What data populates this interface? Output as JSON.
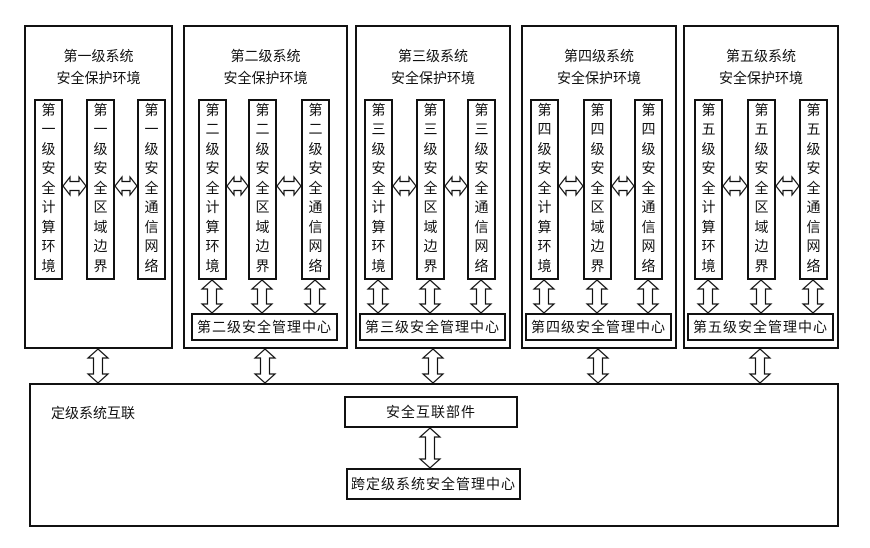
{
  "diagram": {
    "levels": [
      {
        "title_line1": "第一级系统",
        "title_line2": "安全保护环境",
        "columns": [
          "第一级安全计算环境",
          "第一级安全区域边界",
          "第一级安全通信网络"
        ],
        "management_center": ""
      },
      {
        "title_line1": "第二级系统",
        "title_line2": "安全保护环境",
        "columns": [
          "第二级安全计算环境",
          "第二级安全区域边界",
          "第二级安全通信网络"
        ],
        "management_center": "第二级安全管理中心"
      },
      {
        "title_line1": "第三级系统",
        "title_line2": "安全保护环境",
        "columns": [
          "第三级安全计算环境",
          "第三级安全区域边界",
          "第三级安全通信网络"
        ],
        "management_center": "第三级安全管理中心"
      },
      {
        "title_line1": "第四级系统",
        "title_line2": "安全保护环境",
        "columns": [
          "第四级安全计算环境",
          "第四级安全区域边界",
          "第四级安全通信网络"
        ],
        "management_center": "第四级安全管理中心"
      },
      {
        "title_line1": "第五级系统",
        "title_line2": "安全保护环境",
        "columns": [
          "第五级安全计算环境",
          "第五级安全区域边界",
          "第五级安全通信网络"
        ],
        "management_center": "第五级安全管理中心"
      }
    ],
    "interconnect": {
      "label": "定级系统互联",
      "component": "安全互联部件",
      "cross_level_center": "跨定级系统安全管理中心"
    },
    "colors": {
      "line": "#111111",
      "fill": "#ffffff"
    }
  }
}
